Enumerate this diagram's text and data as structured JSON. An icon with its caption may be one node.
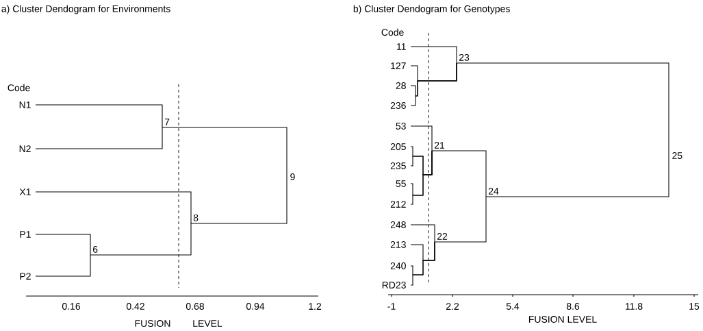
{
  "diagram": {
    "nodes": [
      {
        "text": [
          "N1"
        ]
      },
      {
        "text": [
          "N2"
        ]
      },
      {
        "text": [
          "X1"
        ]
      },
      {
        "text": [
          "P1"
        ]
      },
      {
        "text": [
          "P2"
        ]
      },
      {
        "text": [
          "6"
        ]
      },
      {
        "text": [
          "7"
        ]
      },
      {
        "text": [
          "8"
        ]
      },
      {
        "text": [
          "9"
        ]
      },
      {
        "text": [
          "11"
        ]
      },
      {
        "text": [
          "127"
        ]
      },
      {
        "text": [
          "28"
        ]
      },
      {
        "text": [
          "236"
        ]
      },
      {
        "text": [
          "53"
        ]
      },
      {
        "text": [
          "205"
        ]
      },
      {
        "text": [
          "235"
        ]
      },
      {
        "text": [
          "55"
        ]
      },
      {
        "text": [
          "212"
        ]
      },
      {
        "text": [
          "248"
        ]
      },
      {
        "text": [
          "213"
        ]
      },
      {
        "text": [
          "240"
        ]
      },
      {
        "text": [
          "RD23"
        ]
      },
      {
        "text": [
          "21"
        ]
      },
      {
        "text": [
          "22"
        ]
      },
      {
        "text": [
          "23"
        ]
      },
      {
        "text": [
          "24"
        ]
      },
      {
        "text": [
          "25"
        ]
      }
    ],
    "edges": [
      {
        "from": 0,
        "to": 6,
        "arrow": "none"
      },
      {
        "from": 1,
        "to": 6,
        "arrow": "none"
      },
      {
        "from": 3,
        "to": 5,
        "arrow": "none"
      },
      {
        "from": 4,
        "to": 5,
        "arrow": "none"
      },
      {
        "from": 2,
        "to": 7,
        "arrow": "none"
      },
      {
        "from": 5,
        "to": 7,
        "arrow": "none"
      },
      {
        "from": 6,
        "to": 8,
        "arrow": "none"
      },
      {
        "from": 7,
        "to": 8,
        "arrow": "none"
      },
      {
        "from": 9,
        "to": 24,
        "arrow": "none"
      },
      {
        "from": 10,
        "to": 24,
        "arrow": "none"
      },
      {
        "from": 11,
        "to": 24,
        "arrow": "none"
      },
      {
        "from": 12,
        "to": 24,
        "arrow": "none"
      },
      {
        "from": 13,
        "to": 22,
        "arrow": "none"
      },
      {
        "from": 14,
        "to": 22,
        "arrow": "none"
      },
      {
        "from": 15,
        "to": 22,
        "arrow": "none"
      },
      {
        "from": 16,
        "to": 22,
        "arrow": "none"
      },
      {
        "from": 17,
        "to": 22,
        "arrow": "none"
      },
      {
        "from": 18,
        "to": 23,
        "arrow": "none"
      },
      {
        "from": 19,
        "to": 23,
        "arrow": "none"
      },
      {
        "from": 20,
        "to": 23,
        "arrow": "none"
      },
      {
        "from": 21,
        "to": 23,
        "arrow": "none"
      },
      {
        "from": 22,
        "to": 25,
        "arrow": "none"
      },
      {
        "from": 23,
        "to": 25,
        "arrow": "none"
      },
      {
        "from": 24,
        "to": 26,
        "arrow": "none"
      },
      {
        "from": 25,
        "to": 26,
        "arrow": "none"
      }
    ],
    "labels": [
      "a) Cluster Dendogram for Environments",
      "b) Cluster Dendogram for Genotypes",
      "Code",
      "Code",
      "0.16",
      "0.42",
      "0.68",
      "0.94",
      "1.2",
      "FUSION",
      "LEVEL",
      "-1",
      "2.2",
      "5.4",
      "8.6",
      "11.8",
      "15",
      "FUSION LEVEL"
    ]
  }
}
